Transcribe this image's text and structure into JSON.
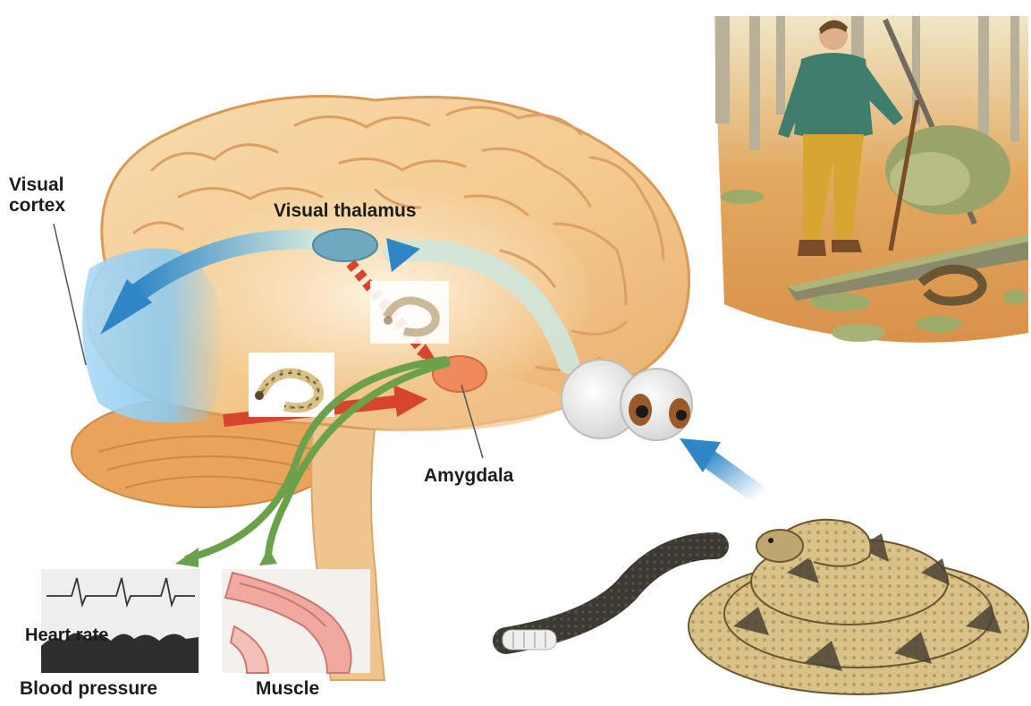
{
  "diagram": {
    "labels": {
      "visual_cortex": "Visual cortex",
      "visual_thalamus": "Visual thalamus",
      "amygdala": "Amygdala",
      "heart_rate": "Heart rate",
      "blood_pressure": "Blood pressure",
      "muscle": "Muscle"
    },
    "colors": {
      "brain": "#f3c98f",
      "cerebellum": "#e9a35a",
      "visual_cortex": "#8ec9ee",
      "thalamus": "#6fa9c0",
      "amygdala": "#f08a5a",
      "arrow_blue": "#2f86c6",
      "arrow_red": "#d8452f",
      "arrow_green": "#6aa14a",
      "snake": "#c9b27a",
      "forest": "#d9914a"
    },
    "icons": [
      "brain-icon",
      "eye-icon",
      "snake-icon",
      "hiker-icon",
      "heart-rate-icon",
      "muscle-icon"
    ]
  }
}
